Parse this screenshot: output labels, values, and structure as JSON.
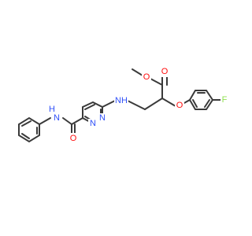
{
  "colors": {
    "bond": "#3a3a3a",
    "oxygen": "#ff0d0d",
    "nitrogen": "#3050f8",
    "fluorine": "#90e050",
    "background": "#ffffff"
  },
  "atoms": {
    "methyl_O_label": "O",
    "carbonyl_O_label": "O",
    "ether_O_label": "O",
    "fluorine_label": "F",
    "amine_NH_label": "NH",
    "amine_H_label": "H",
    "ring_N1_label": "N",
    "ring_N2_label": "N",
    "amide_O_label": "O",
    "amide_N_label": "N",
    "amide_H_label": "H"
  }
}
